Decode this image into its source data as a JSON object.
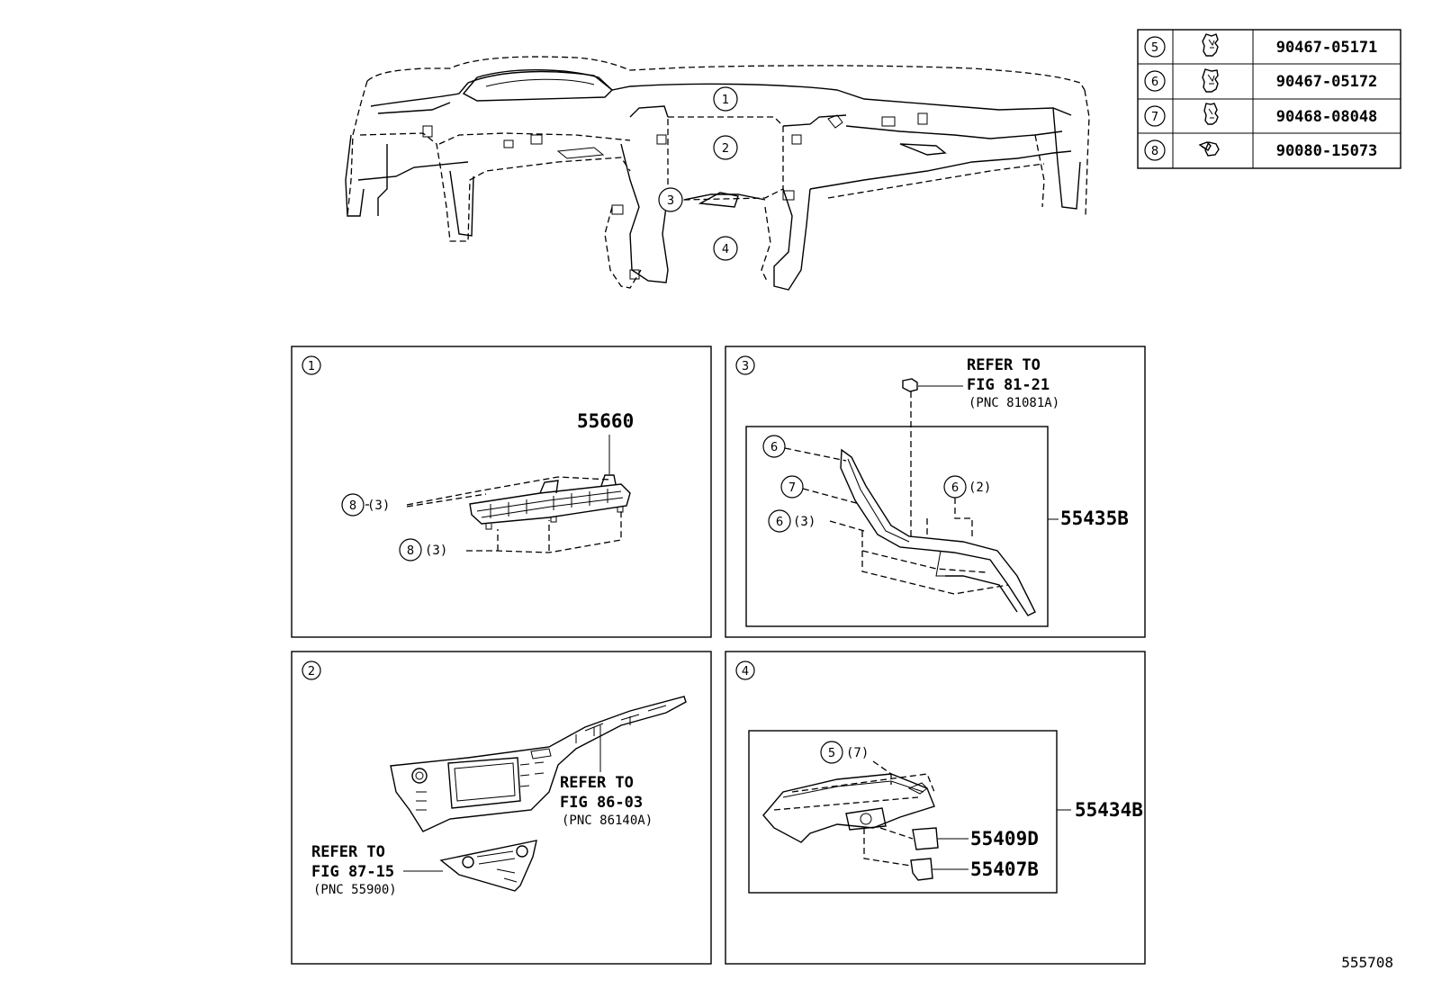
{
  "parts_table": [
    {
      "ref": "5",
      "part_no": "90467-05171",
      "icon": "clip-icon"
    },
    {
      "ref": "6",
      "part_no": "90467-05172",
      "icon": "clip-icon"
    },
    {
      "ref": "7",
      "part_no": "90468-08048",
      "icon": "clip-icon"
    },
    {
      "ref": "8",
      "part_no": "90080-15073",
      "icon": "screw-icon"
    }
  ],
  "overview": {
    "callouts": [
      "1",
      "2",
      "3",
      "4"
    ]
  },
  "panel1": {
    "num": "1",
    "part": "55660",
    "fastener_a": {
      "ref": "8",
      "qty": "(3)"
    },
    "fastener_b": {
      "ref": "8",
      "qty": "(3)"
    }
  },
  "panel2": {
    "num": "2",
    "refer_a": {
      "line1": "REFER TO",
      "line2": "FIG 86-03",
      "pnc": "(PNC 86140A)"
    },
    "refer_b": {
      "line1": "REFER TO",
      "line2": "FIG 87-15",
      "pnc": "(PNC 55900)"
    }
  },
  "panel3": {
    "num": "3",
    "part": "55435B",
    "refer": {
      "line1": "REFER TO",
      "line2": "FIG 81-21",
      "pnc": "(PNC 81081A)"
    },
    "callout_a": {
      "ref": "6"
    },
    "callout_b": {
      "ref": "7"
    },
    "callout_c": {
      "ref": "6",
      "qty": "(3)"
    },
    "callout_d": {
      "ref": "6",
      "qty": "(2)"
    }
  },
  "panel4": {
    "num": "4",
    "part": "55434B",
    "callout": {
      "ref": "5",
      "qty": "(7)"
    },
    "part_a": "55409D",
    "part_b": "55407B"
  },
  "diagram_id": "555708"
}
